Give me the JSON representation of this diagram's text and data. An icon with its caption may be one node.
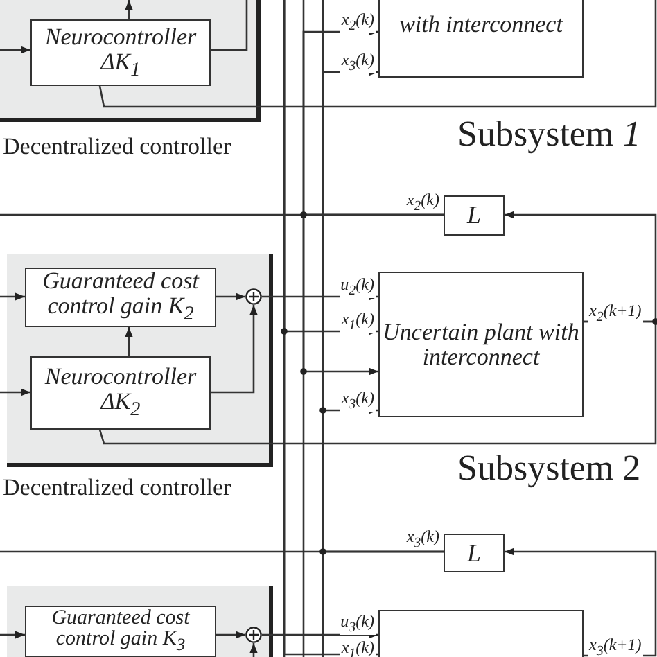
{
  "diagram": {
    "nodes": [
      {
        "text": [
          "Decentralized controller"
        ]
      },
      {
        "text": [
          "Neurocontroller ΔK$_{1}$"
        ],
        "in": 0
      },
      {
        "text": [
          "with interconnect"
        ]
      },
      {
        "text": [
          "L"
        ]
      },
      {
        "text": [
          "Decentralized controller"
        ]
      },
      {
        "text": [
          "Guaranteed cost control gain K$_{2}$"
        ],
        "in": 4
      },
      {
        "text": [
          "Neurocontroller ΔK$_{2}$"
        ],
        "in": 4
      },
      {
        "text": [],
        "shape": "circle",
        "in": 4
      },
      {
        "text": [
          "Uncertain plant with interconnect"
        ]
      },
      {
        "text": [
          "L"
        ]
      },
      {
        "text": [],
        "shape": "box"
      },
      {
        "text": [
          "Guaranteed cost control gain K$_{3}$"
        ],
        "in": 10
      },
      {
        "text": [],
        "shape": "circle",
        "in": 10
      },
      {
        "text": [],
        "shape": "box"
      }
    ],
    "edges": [
      {
        "from": 1,
        "to": null,
        "arrow": "to"
      },
      {
        "from": 1,
        "to": null,
        "arrow": "none"
      },
      {
        "from": null,
        "to": 1,
        "arrow": "to"
      },
      {
        "from": null,
        "to": 1,
        "arrow": "none"
      },
      {
        "from": 3,
        "to": 2,
        "arrow": "to",
        "label": "x$_{2}$(k)"
      },
      {
        "from": 3,
        "to": 8,
        "arrow": "to"
      },
      {
        "from": 3,
        "to": null,
        "arrow": "none",
        "label": "x$_{2}$(k)"
      },
      {
        "from": 9,
        "to": 2,
        "arrow": "to",
        "label": "x$_{3}$(k)"
      },
      {
        "from": 9,
        "to": 8,
        "arrow": "to",
        "label": "x$_{3}$(k)"
      },
      {
        "from": 9,
        "to": null,
        "arrow": "none",
        "label": "x$_{3}$(k)"
      },
      {
        "from": null,
        "to": 8,
        "arrow": "to",
        "label": "x$_{1}$(k)"
      },
      {
        "from": null,
        "to": 13,
        "arrow": "to",
        "label": "x$_{1}$(k)"
      },
      {
        "from": 8,
        "to": 3,
        "arrow": "to",
        "label": "x$_{2}$(k+1)"
      },
      {
        "from": 8,
        "to": 6,
        "arrow": "none"
      },
      {
        "from": 13,
        "to": 9,
        "arrow": "to",
        "label": "x$_{3}$(k+1)"
      },
      {
        "from": null,
        "to": 5,
        "arrow": "to"
      },
      {
        "from": 5,
        "to": 7,
        "arrow": "to"
      },
      {
        "from": 6,
        "to": 7,
        "arrow": "to"
      },
      {
        "from": 6,
        "to": 5,
        "arrow": "to"
      },
      {
        "from": null,
        "to": 6,
        "arrow": "to"
      },
      {
        "from": 7,
        "to": 8,
        "arrow": "to",
        "label": "u$_{2}$(k)"
      },
      {
        "from": null,
        "to": 11,
        "arrow": "to"
      },
      {
        "from": 11,
        "to": 12,
        "arrow": "to"
      },
      {
        "from": null,
        "to": 12,
        "arrow": "to"
      },
      {
        "from": 12,
        "to": 13,
        "arrow": "to",
        "label": "u$_{3}$(k)"
      }
    ],
    "labels": [
      "Subsystem *1*",
      "Subsystem 2"
    ]
  }
}
